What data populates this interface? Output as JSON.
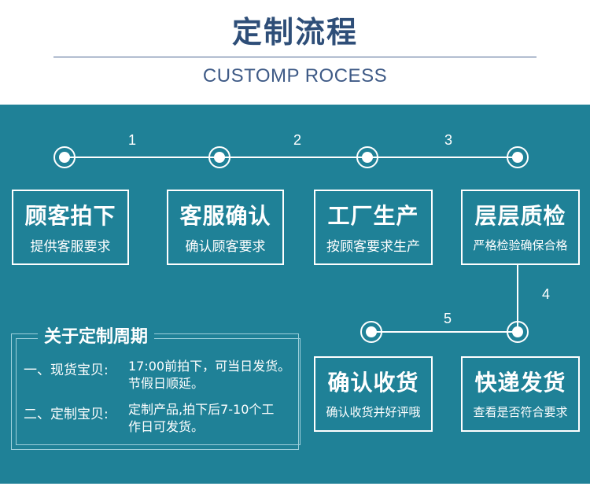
{
  "header": {
    "title": "定制流程",
    "subtitle": "CUSTOMP ROCESS"
  },
  "steps": [
    {
      "number": "1",
      "title": "顾客拍下",
      "desc": "提供客服要求"
    },
    {
      "number": "2",
      "title": "客服确认",
      "desc": "确认顾客要求"
    },
    {
      "number": "3",
      "title": "工厂生产",
      "desc": "按顾客要求生产"
    },
    {
      "title": "层层质检",
      "desc": "严格检验确保合格"
    },
    {
      "number": "4",
      "title": "快递发货",
      "desc": "查看是否符合要求"
    },
    {
      "number": "5",
      "title": "确认收货",
      "desc": "确认收货并好评哦"
    }
  ],
  "period": {
    "title": "关于定制周期",
    "items": [
      {
        "label": "一、现货宝贝:",
        "line1": "17:00前拍下，可当日发货。",
        "line2": "节假日顺延。"
      },
      {
        "label": "二、定制宝贝:",
        "line1": "定制产品,拍下后7-10个工",
        "line2": "作日可发货。"
      }
    ]
  }
}
